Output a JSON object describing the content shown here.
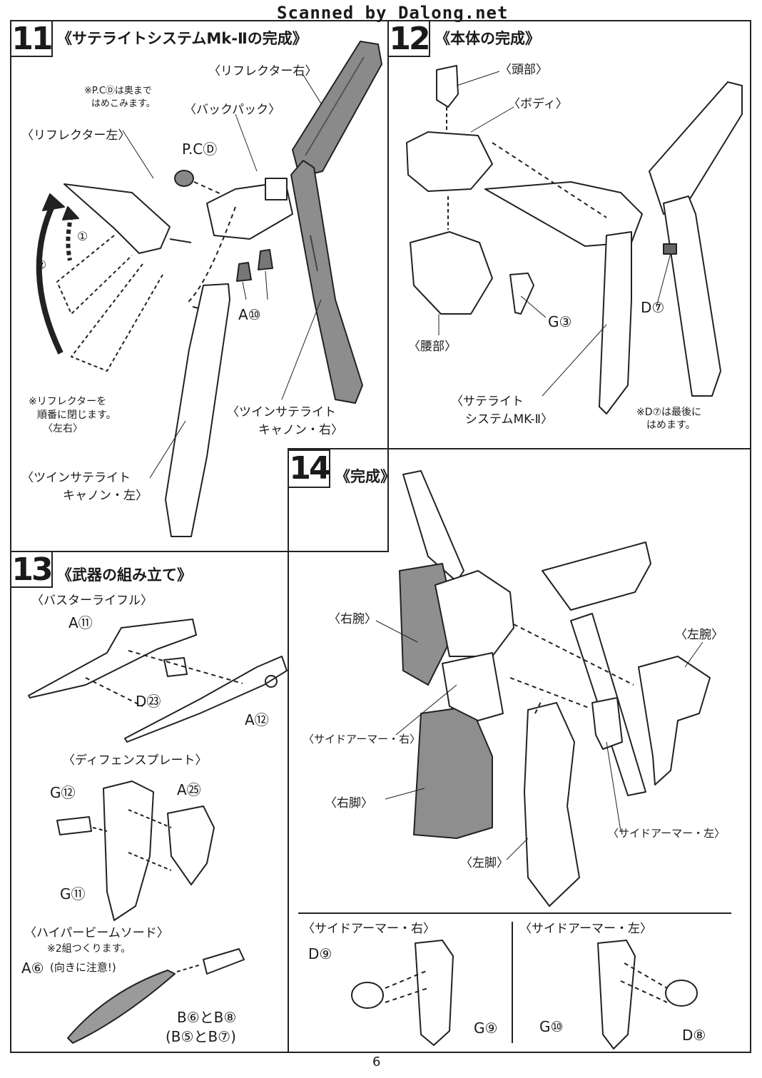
{
  "watermark": "Scanned by Dalong.net",
  "page_number": "6",
  "step11": {
    "number": "11",
    "title": "《サテライトシステムMk-Ⅱの完成》",
    "labels": {
      "reflector_right": "〈リフレクター右〉",
      "pc_note_line1": "※P.CⒹは奥まで",
      "pc_note_line2": "はめこみます。",
      "backpack": "〈バックパック〉",
      "reflector_left": "〈リフレクター左〉",
      "pc_part": "P.CⒹ",
      "arrow_1": "①",
      "arrow_2": "②",
      "part_a10": "A⑩",
      "close_note_line1": "※リフレクターを",
      "close_note_line2": "順番に閉じます。",
      "close_note_line3": "〈左右〉",
      "cannon_right_line1": "〈ツインサテライト",
      "cannon_right_line2": "キャノン・右〉",
      "cannon_left_line1": "〈ツインサテライト",
      "cannon_left_line2": "キャノン・左〉"
    }
  },
  "step12": {
    "number": "12",
    "title": "《本体の完成》",
    "labels": {
      "head": "〈頭部〉",
      "body": "〈ボディ〉",
      "waist": "〈腰部〉",
      "part_g3": "G③",
      "part_d7": "D⑦",
      "satellite_line1": "〈サテライト",
      "satellite_line2": "システムMK-Ⅱ〉",
      "d7_note_line1": "※D⑦は最後に",
      "d7_note_line2": "はめます。"
    }
  },
  "step13": {
    "number": "13",
    "title": "《武器の組み立て》",
    "labels": {
      "buster_rifle": "〈バスターライフル〉",
      "part_a11": "A⑪",
      "part_d23": "D㉓",
      "part_a12": "A⑫",
      "defense_plate": "〈ディフェンスプレート〉",
      "part_g12": "G⑫",
      "part_a25": "A㉕",
      "part_g11": "G⑪",
      "beam_sword": "〈ハイパービームソード〉",
      "two_sets_note": "※2組つくります。",
      "part_a6": "A⑥",
      "direction_note": "(向きに注意!)",
      "b6_b8": "B⑥とB⑧",
      "b5_b7": "(B⑤とB⑦)"
    }
  },
  "step14": {
    "number": "14",
    "title": "《完成》",
    "labels": {
      "right_arm": "〈右腕〉",
      "left_arm": "〈左腕〉",
      "side_armor_right": "〈サイドアーマー・右〉",
      "right_leg": "〈右脚〉",
      "side_armor_left": "〈サイドアーマー・左〉",
      "left_leg": "〈左脚〉",
      "detail_right_title": "〈サイドアーマー・右〉",
      "detail_left_title": "〈サイドアーマー・左〉",
      "part_d9": "D⑨",
      "part_g9": "G⑨",
      "part_g10": "G⑩",
      "part_d8": "D⑧"
    }
  }
}
